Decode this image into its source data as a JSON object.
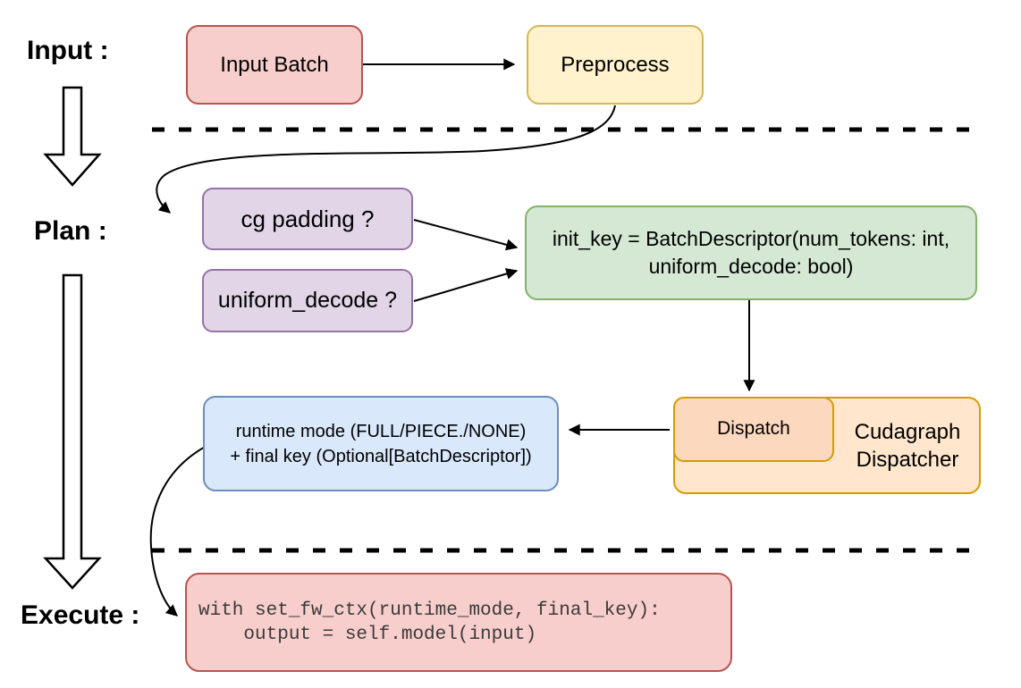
{
  "stages": {
    "input_label": "Input :",
    "plan_label": "Plan :",
    "execute_label": "Execute :"
  },
  "nodes": {
    "input_batch": {
      "label": "Input Batch"
    },
    "preprocess": {
      "label": "Preprocess"
    },
    "cg_padding": {
      "label": "cg padding ?"
    },
    "uniform_decode": {
      "label": "uniform_decode ?"
    },
    "init_key": {
      "line1": "init_key = BatchDescriptor(num_tokens: int,",
      "line2": "uniform_decode: bool)"
    },
    "dispatch": {
      "label": "Dispatch"
    },
    "cudagraph_dispatcher": {
      "line1": "Cudagraph",
      "line2": "Dispatcher"
    },
    "runtime_mode": {
      "line1": "runtime mode (FULL/PIECE./NONE)",
      "line2": "+ final key (Optional[BatchDescriptor])"
    },
    "execute_code": {
      "line1": "with set_fw_ctx(runtime_mode, final_key):",
      "line2": "    output = self.model(input)"
    }
  },
  "colors": {
    "red_fill": "#F8CECC",
    "red_stroke": "#B85450",
    "yellow_fill": "#FFF2CC",
    "yellow_stroke": "#D6B656",
    "purple_fill": "#E1D5E7",
    "purple_stroke": "#9673A6",
    "green_fill": "#D5E8D4",
    "green_stroke": "#82B366",
    "blue_fill": "#DAE8FC",
    "blue_stroke": "#6C8EBF",
    "orange_fill": "#FFE6CC",
    "orange_inner_fill": "#FCD8BE",
    "orange_stroke": "#D79B00",
    "connector": "#000000"
  }
}
